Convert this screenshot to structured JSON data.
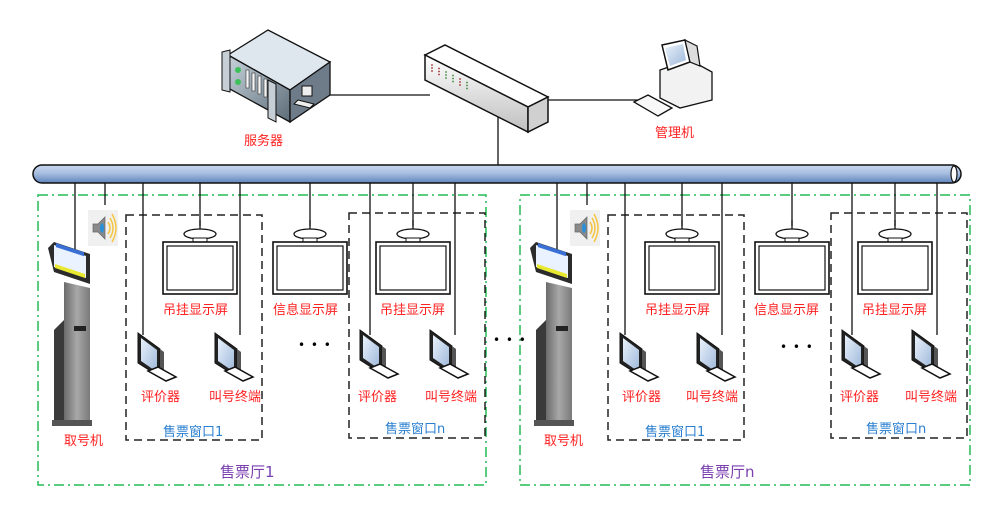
{
  "diagram": {
    "title": "",
    "colors": {
      "device_label": "#ff2020",
      "window_label": "#2a7fd0",
      "hall_label": "#7a3fb0",
      "hall_border": "#22bb55",
      "window_border": "#222222",
      "bus_fill": "#9fb8dc",
      "line": "#111111"
    },
    "core": {
      "server": {
        "label": "服务器",
        "icon": "server-icon"
      },
      "switch": {
        "label": "",
        "icon": "network-switch-icon"
      },
      "admin_pc": {
        "label": "管理机",
        "icon": "desktop-computer-icon"
      },
      "bus": {
        "label": "",
        "icon": "network-bus-icon"
      }
    },
    "halls": [
      {
        "label": "售票厅1",
        "ticket_machine": {
          "label": "取号机",
          "icon": "kiosk-icon"
        },
        "speaker": {
          "icon": "speaker-icon"
        },
        "info_screen": {
          "label": "信息显示屏",
          "icon": "hanging-display-icon"
        },
        "ellipsis": "• • •",
        "windows": [
          {
            "label": "售票窗口1",
            "hanging_screen": "吊挂显示屏",
            "evaluator": "评价器",
            "call_terminal": "叫号终端"
          },
          {
            "label": "售票窗口n",
            "hanging_screen": "吊挂显示屏",
            "evaluator": "评价器",
            "call_terminal": "叫号终端"
          }
        ]
      },
      {
        "label": "售票厅n",
        "ticket_machine": {
          "label": "取号机",
          "icon": "kiosk-icon"
        },
        "speaker": {
          "icon": "speaker-icon"
        },
        "info_screen": {
          "label": "信息显示屏",
          "icon": "hanging-display-icon"
        },
        "ellipsis": "• • •",
        "windows": [
          {
            "label": "售票窗口1",
            "hanging_screen": "吊挂显示屏",
            "evaluator": "评价器",
            "call_terminal": "叫号终端"
          },
          {
            "label": "售票窗口n",
            "hanging_screen": "吊挂显示屏",
            "evaluator": "评价器",
            "call_terminal": "叫号终端"
          }
        ]
      }
    ],
    "between_halls": "• • •"
  }
}
